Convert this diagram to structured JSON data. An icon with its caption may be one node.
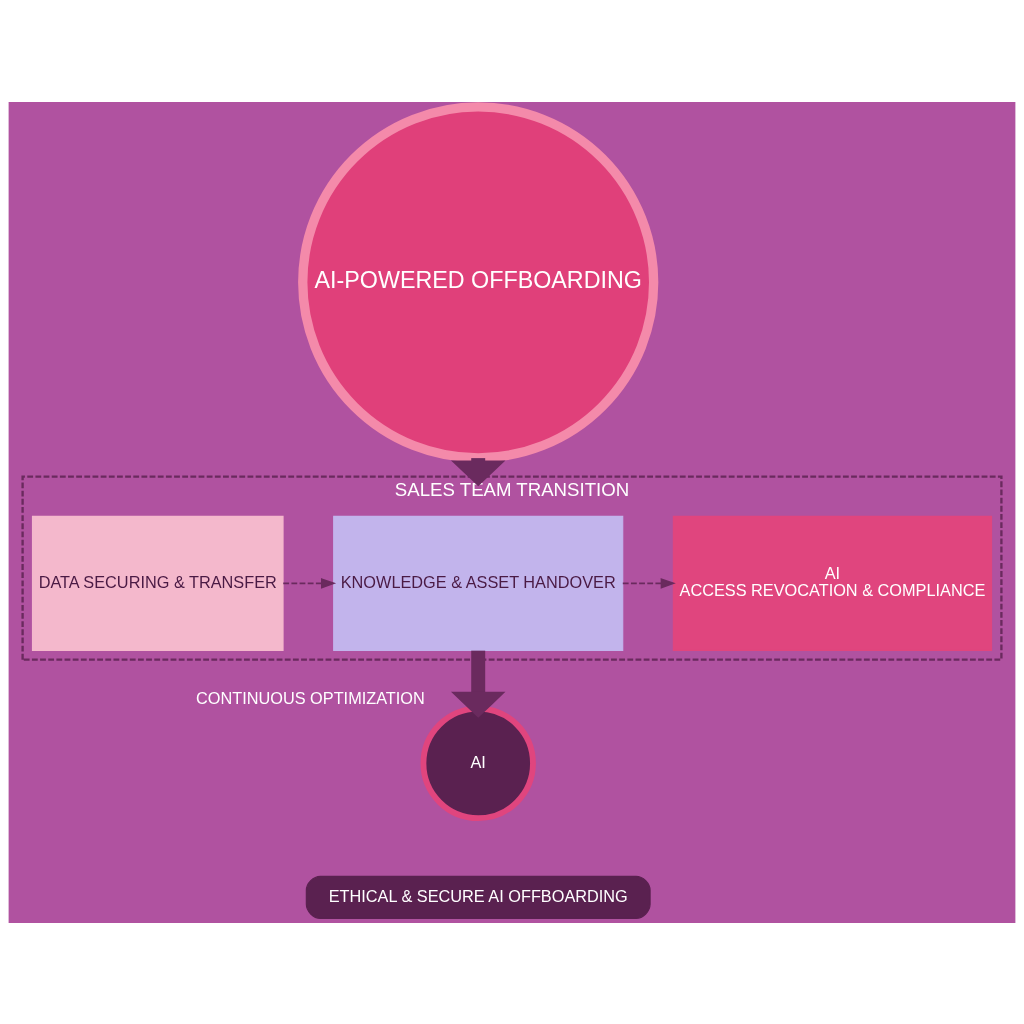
{
  "diagram": {
    "nodes": [
      {
        "text": [
          "AI-POWERED OFFBOARDING"
        ]
      },
      {
        "text": [
          "SALES TEAM TRANSITION"
        ]
      },
      {
        "text": [
          "DATA SECURING & TRANSFER"
        ],
        "in": 1
      },
      {
        "text": [
          "KNOWLEDGE & ASSET HANDOVER"
        ],
        "in": 1
      },
      {
        "text": [
          "AI",
          "ACCESS REVOCATION & COMPLIANCE"
        ],
        "in": 1
      },
      {
        "text": [
          "AI"
        ],
        "beside": [
          "CONTINUOUS OPTIMIZATION"
        ]
      },
      {
        "text": [
          "ETHICAL & SECURE AI OFFBOARDING"
        ]
      }
    ],
    "edges": [
      {
        "from": 0,
        "to": 1,
        "arrow": "to",
        "style": "thick"
      },
      {
        "from": 2,
        "to": 3,
        "arrow": "to",
        "style": "dashed"
      },
      {
        "from": 3,
        "to": 4,
        "arrow": "to",
        "style": "dashed"
      },
      {
        "from": 3,
        "to": 5,
        "arrow": "to",
        "style": "thick"
      }
    ]
  }
}
